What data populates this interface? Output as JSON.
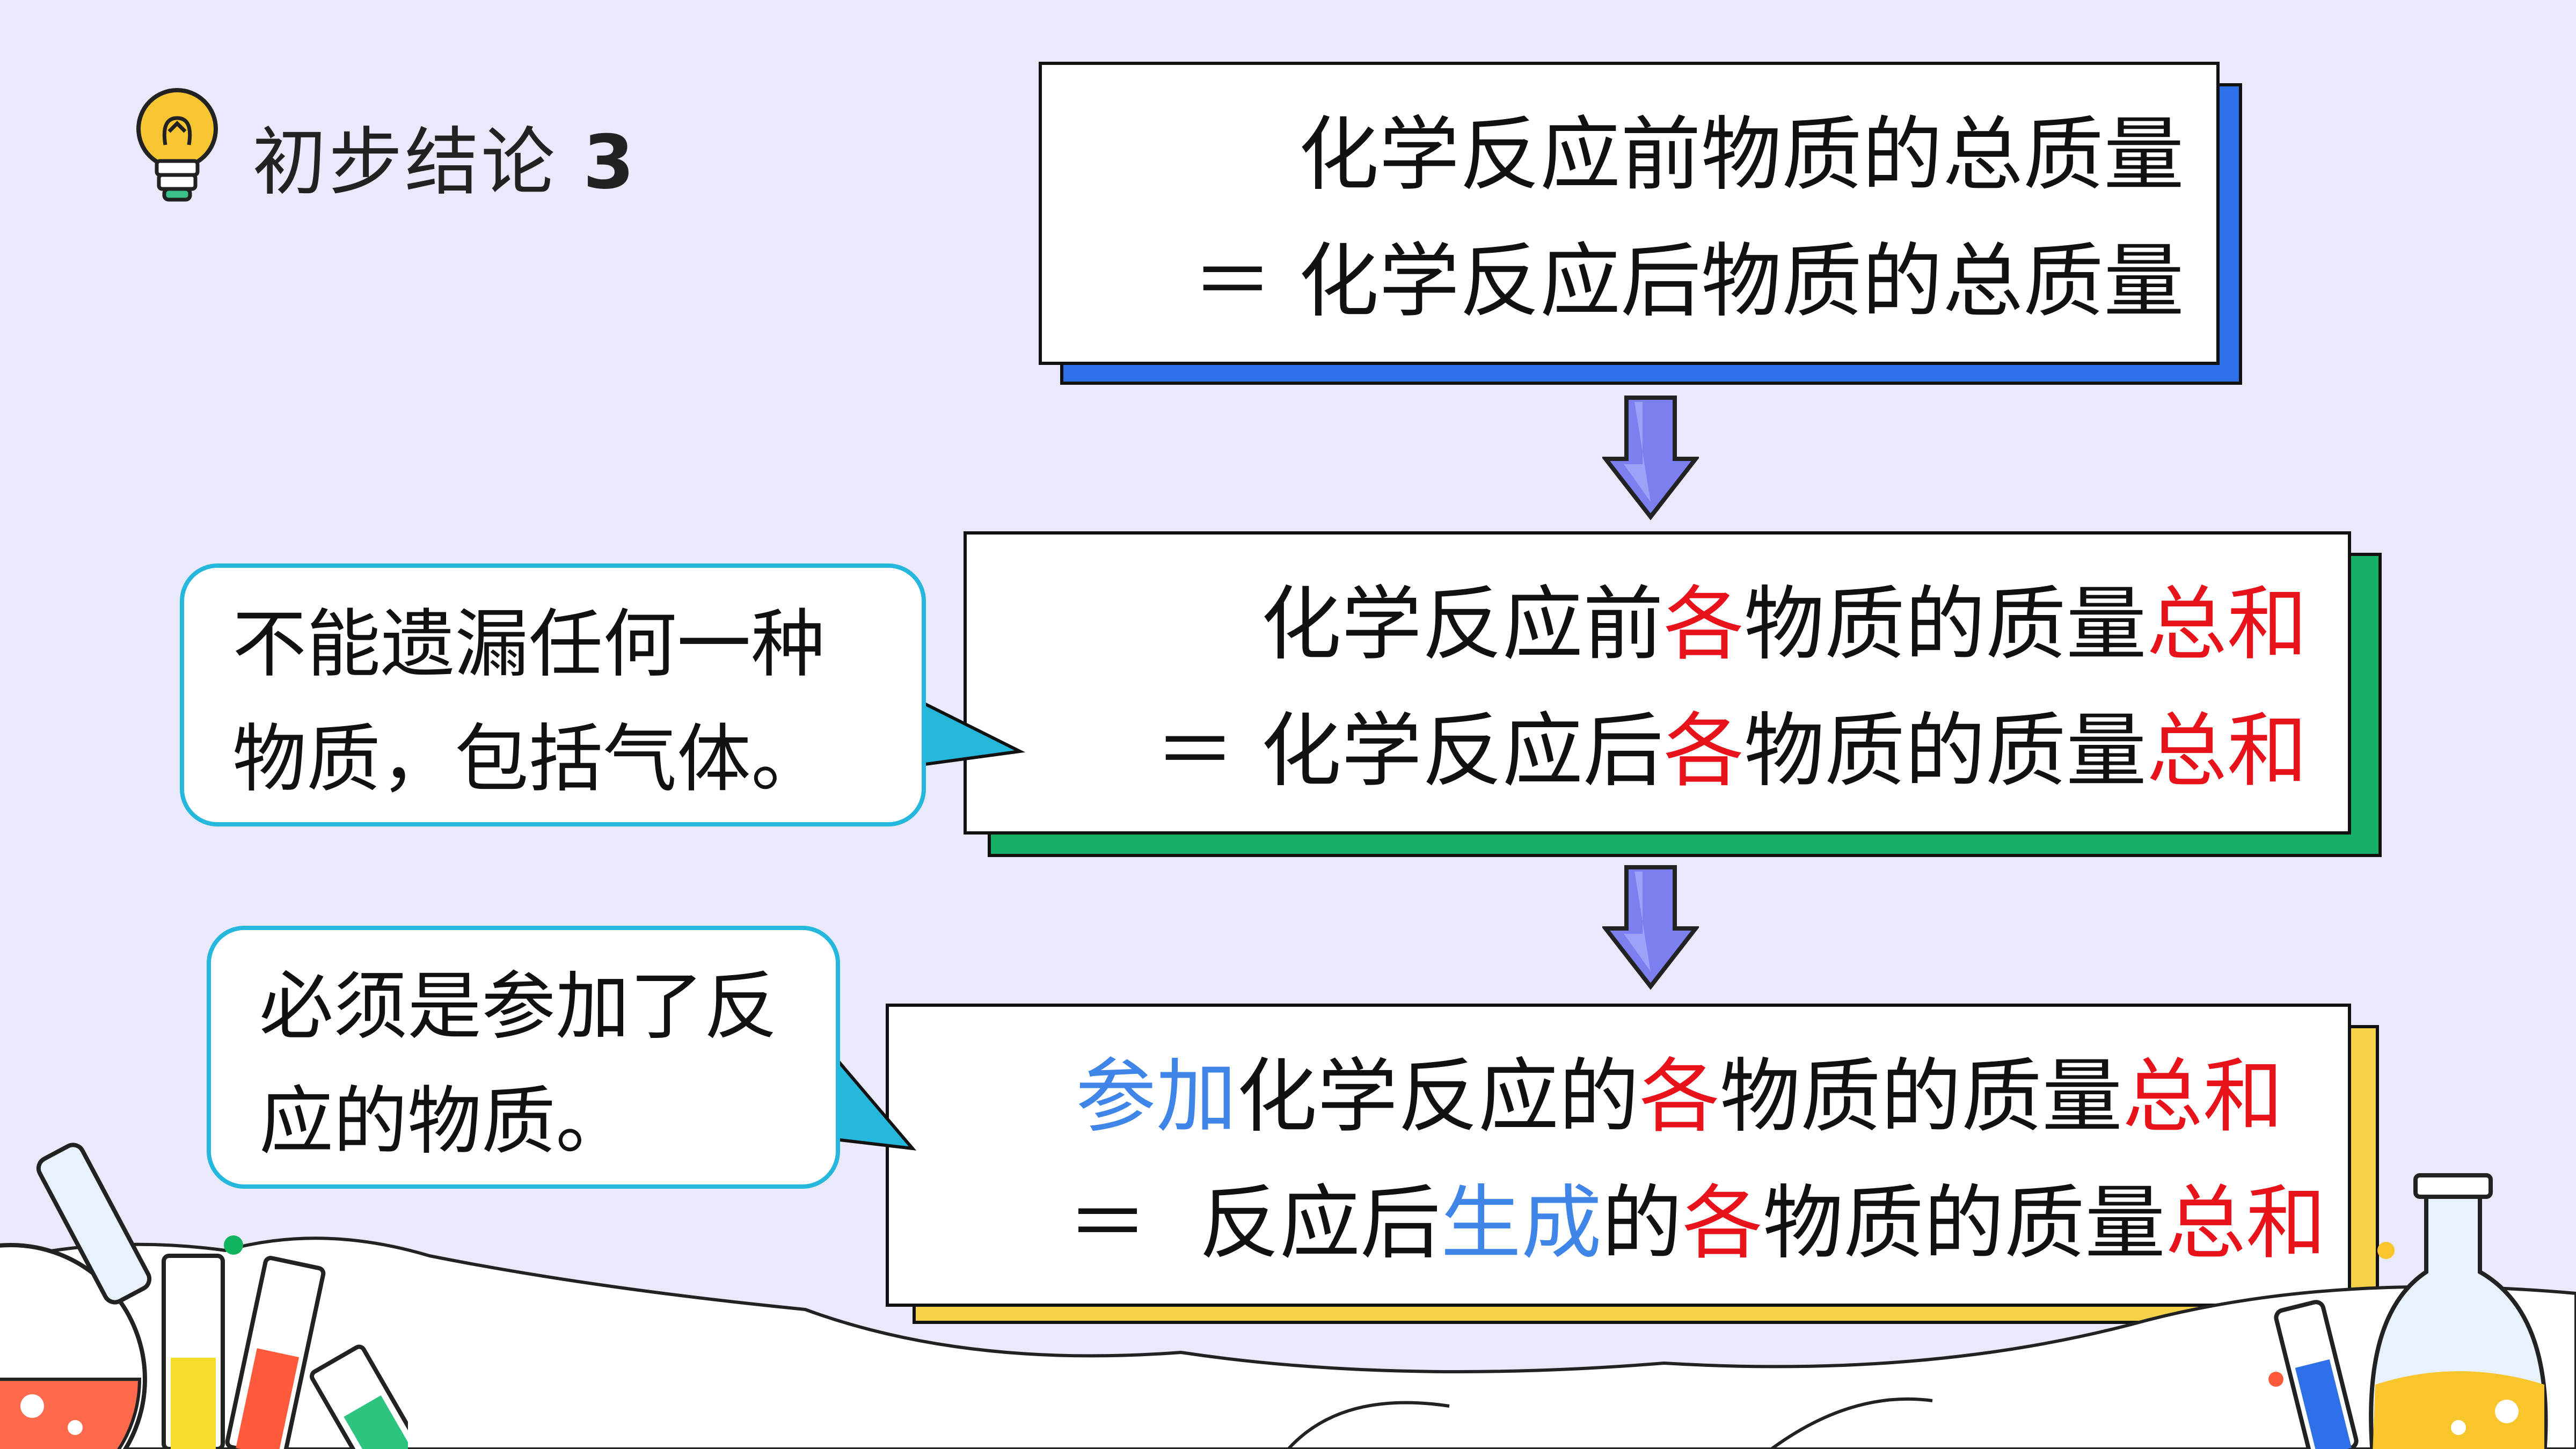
{
  "heading": {
    "label": "初步结论",
    "number": "3"
  },
  "box1": {
    "line1": "化学反应前物质的总质量",
    "line2_prefix": "＝",
    "line2": "化学反应后物质的总质量",
    "shadow_color": "#2f6fe8"
  },
  "box2": {
    "line1": {
      "a": "化学反应前",
      "b": "各",
      "c": "物质的质量",
      "d": "总和"
    },
    "line2": {
      "eq": "＝",
      "a": "化学反应后",
      "b": "各",
      "c": "物质的质量",
      "d": "总和"
    },
    "shadow_color": "#14b068"
  },
  "box3": {
    "line1": {
      "a": "参加",
      "b": "化学反应的",
      "c": "各",
      "d": "物质的质量",
      "e": "总和"
    },
    "line2": {
      "eq": "＝",
      "a": "反应后",
      "b": "生成",
      "c": "的",
      "d": "各",
      "e": "物质的质量",
      "f": "总和"
    },
    "shadow_color": "#f6d24a"
  },
  "bubble1": {
    "line1": "不能遗漏任何一种",
    "line2": "物质，包括气体。"
  },
  "bubble2": {
    "line1": "必须是参加了反",
    "line2": "应的物质。"
  },
  "colors": {
    "highlight_red": "#e8121b",
    "highlight_blue": "#3f86e8",
    "bubble_border": "#26b8dc",
    "arrow_fill": "#7b7ff0"
  },
  "icons": [
    "lightbulb-icon",
    "down-arrow-icon",
    "flask-icon",
    "test-tube-icon"
  ]
}
